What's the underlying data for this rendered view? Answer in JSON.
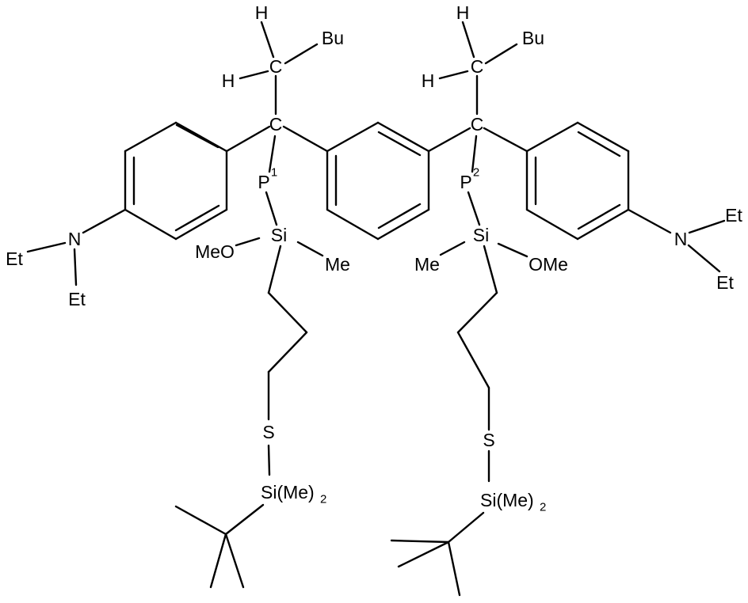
{
  "labels": {
    "H": "H",
    "C": "C",
    "Bu": "Bu",
    "P": "P",
    "P1_index": "1",
    "P2_index": "2",
    "Si": "Si",
    "MeO": "MeO",
    "OMe": "OMe",
    "Me": "Me",
    "N": "N",
    "Et": "Et",
    "S": "S",
    "SiMe2": "Si(Me)",
    "SiMe2_index": "2"
  }
}
